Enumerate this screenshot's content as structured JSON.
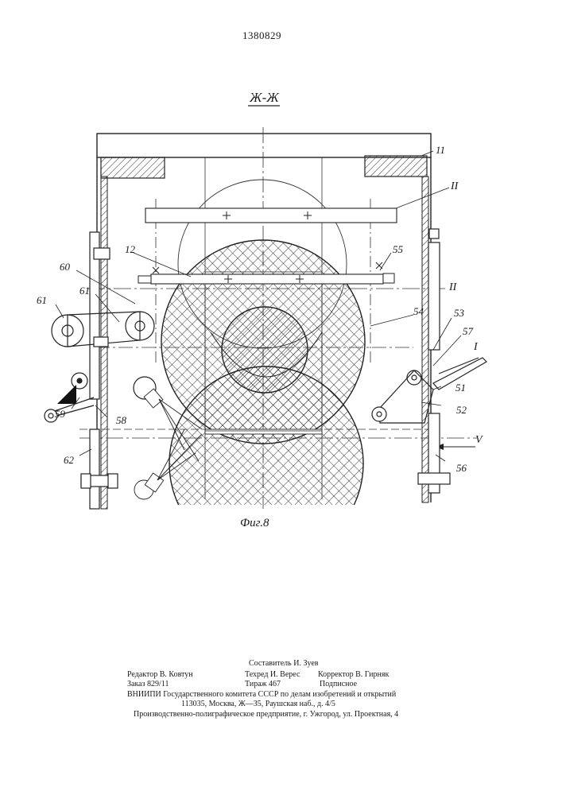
{
  "patent_number": "1380829",
  "section_title": "Ж-Ж",
  "figure_caption": "Фиг.8",
  "callouts": {
    "c11": "11",
    "cII_top": "II",
    "c12": "12",
    "c55": "55",
    "c60": "60",
    "cII_mid": "II",
    "c61a": "61",
    "c61b": "61",
    "c54": "54",
    "c53": "53",
    "c57": "57",
    "cI": "I",
    "c51": "51",
    "c52": "52",
    "c59": "59",
    "c58": "58",
    "cV": "V",
    "c62": "62",
    "c56": "56"
  },
  "imprint": {
    "compiler": "Составитель И. Зуев",
    "editor": "Редактор В. Ковтун",
    "techred": "Техред И. Верес",
    "corrector": "Корректор В. Гирняк",
    "order": "Заказ 829/11",
    "circulation": "Тираж 467",
    "subscription": "Подписное",
    "institute": "ВНИИПИ Государственного комитета СССР по делам изобретений и открытий",
    "address": "113035, Москва, Ж—35, Раушская наб., д. 4/5",
    "printer": "Производственно-полиграфическое предприятие, г. Ужгород, ул. Проектная, 4"
  }
}
